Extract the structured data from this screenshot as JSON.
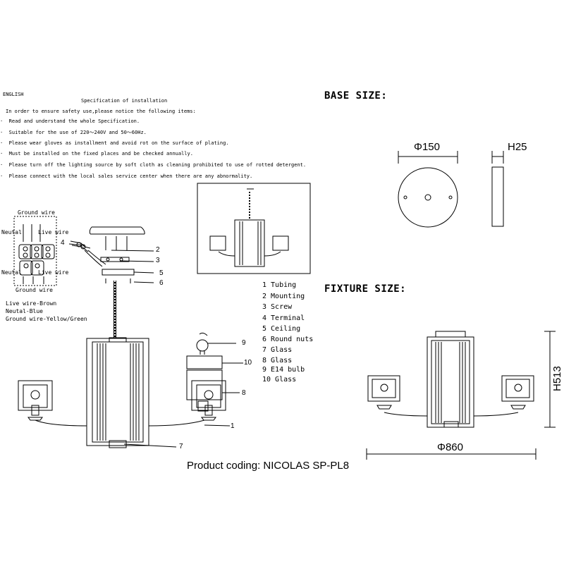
{
  "instructions": {
    "language": "ENGLISH",
    "title": "Specification of installation",
    "intro": "In order to ensure safety use,please notice the following items:",
    "items": [
      "Read and understand the whole Specification.",
      "Suitable for the use of 220～240V and 50～60Hz.",
      "Please wear gloves as installment and avoid rot on the surface of plating.",
      "Must be installed on the fixed places and be checked annually.",
      "Please turn off the lighting source by soft cloth as cleaning prohibited to use of rotted detergent.",
      "Please connect with the local sales service center when there are any abnormality."
    ]
  },
  "wiring": {
    "ground_wire_top": "Ground wire",
    "neutral_left_top": "Neutal",
    "live_wire_top": "Live wire",
    "neutral_left_bottom": "Neutal",
    "live_wire_bottom": "Live wire",
    "ground_wire_bottom": "Ground wire",
    "legend": [
      "Live wire-Brown",
      "Neutal-Blue",
      "Ground wire-Yellow/Green"
    ]
  },
  "callouts": [
    "1",
    "2",
    "3",
    "4",
    "5",
    "6",
    "7",
    "8",
    "9",
    "10"
  ],
  "parts_list": [
    "1 Tubing",
    "2 Mounting",
    "3 Screw",
    "4 Terminal",
    "5 Ceiling",
    "6 Round nuts",
    "7 Glass",
    "8 Glass",
    "9 E14 bulb",
    "10 Glass"
  ],
  "base_size": {
    "heading": "BASE SIZE:",
    "diameter": "Φ150",
    "height": "H25"
  },
  "fixture_size": {
    "heading": "FIXTURE SIZE:",
    "height": "H513",
    "diameter": "Φ860"
  },
  "product_coding": "Product coding: NICOLAS SP-PL8"
}
